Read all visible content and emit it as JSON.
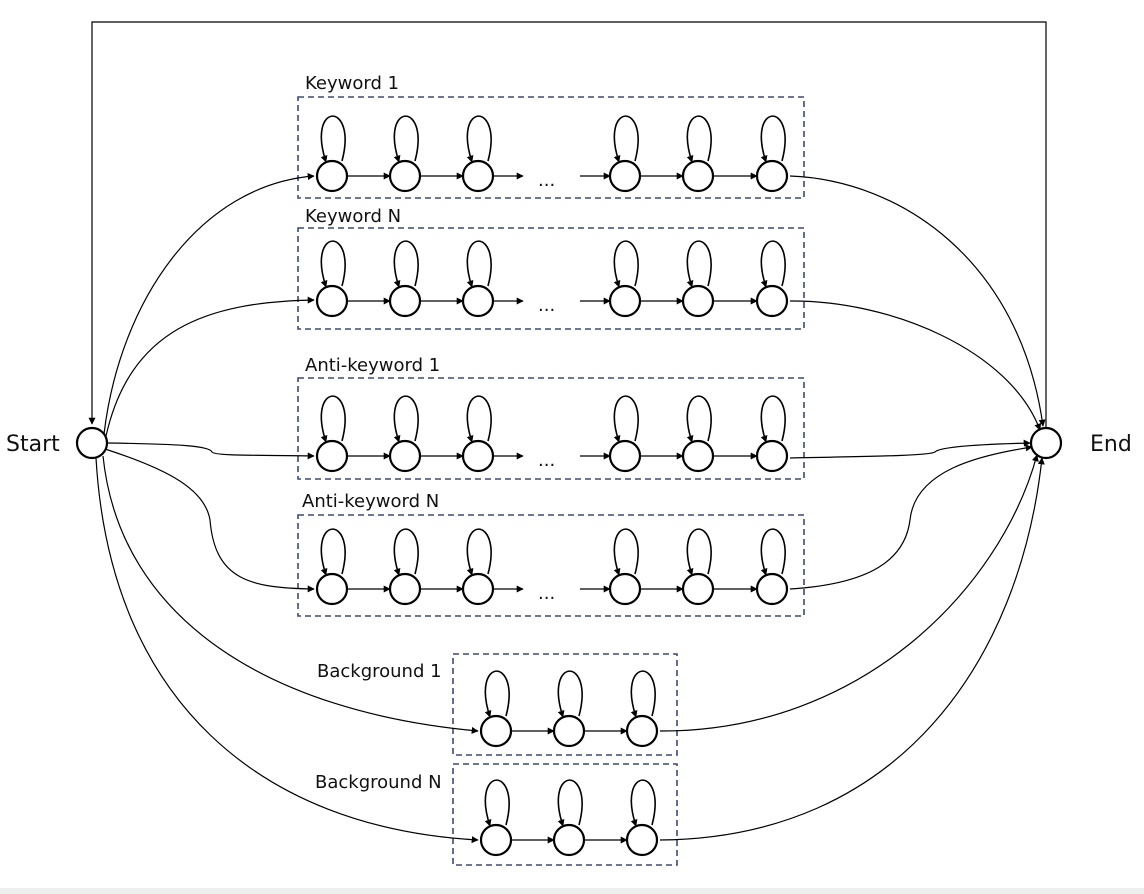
{
  "diagram": {
    "start_label": "Start",
    "end_label": "End",
    "ellipsis": "...",
    "groups": [
      {
        "label": "Keyword 1",
        "kind": "keyword"
      },
      {
        "label": "Keyword N",
        "kind": "keyword"
      },
      {
        "label": "Anti-keyword 1",
        "kind": "keyword"
      },
      {
        "label": "Anti-keyword N",
        "kind": "keyword"
      },
      {
        "label": "Background 1",
        "kind": "background"
      },
      {
        "label": "Background N",
        "kind": "background"
      }
    ]
  }
}
